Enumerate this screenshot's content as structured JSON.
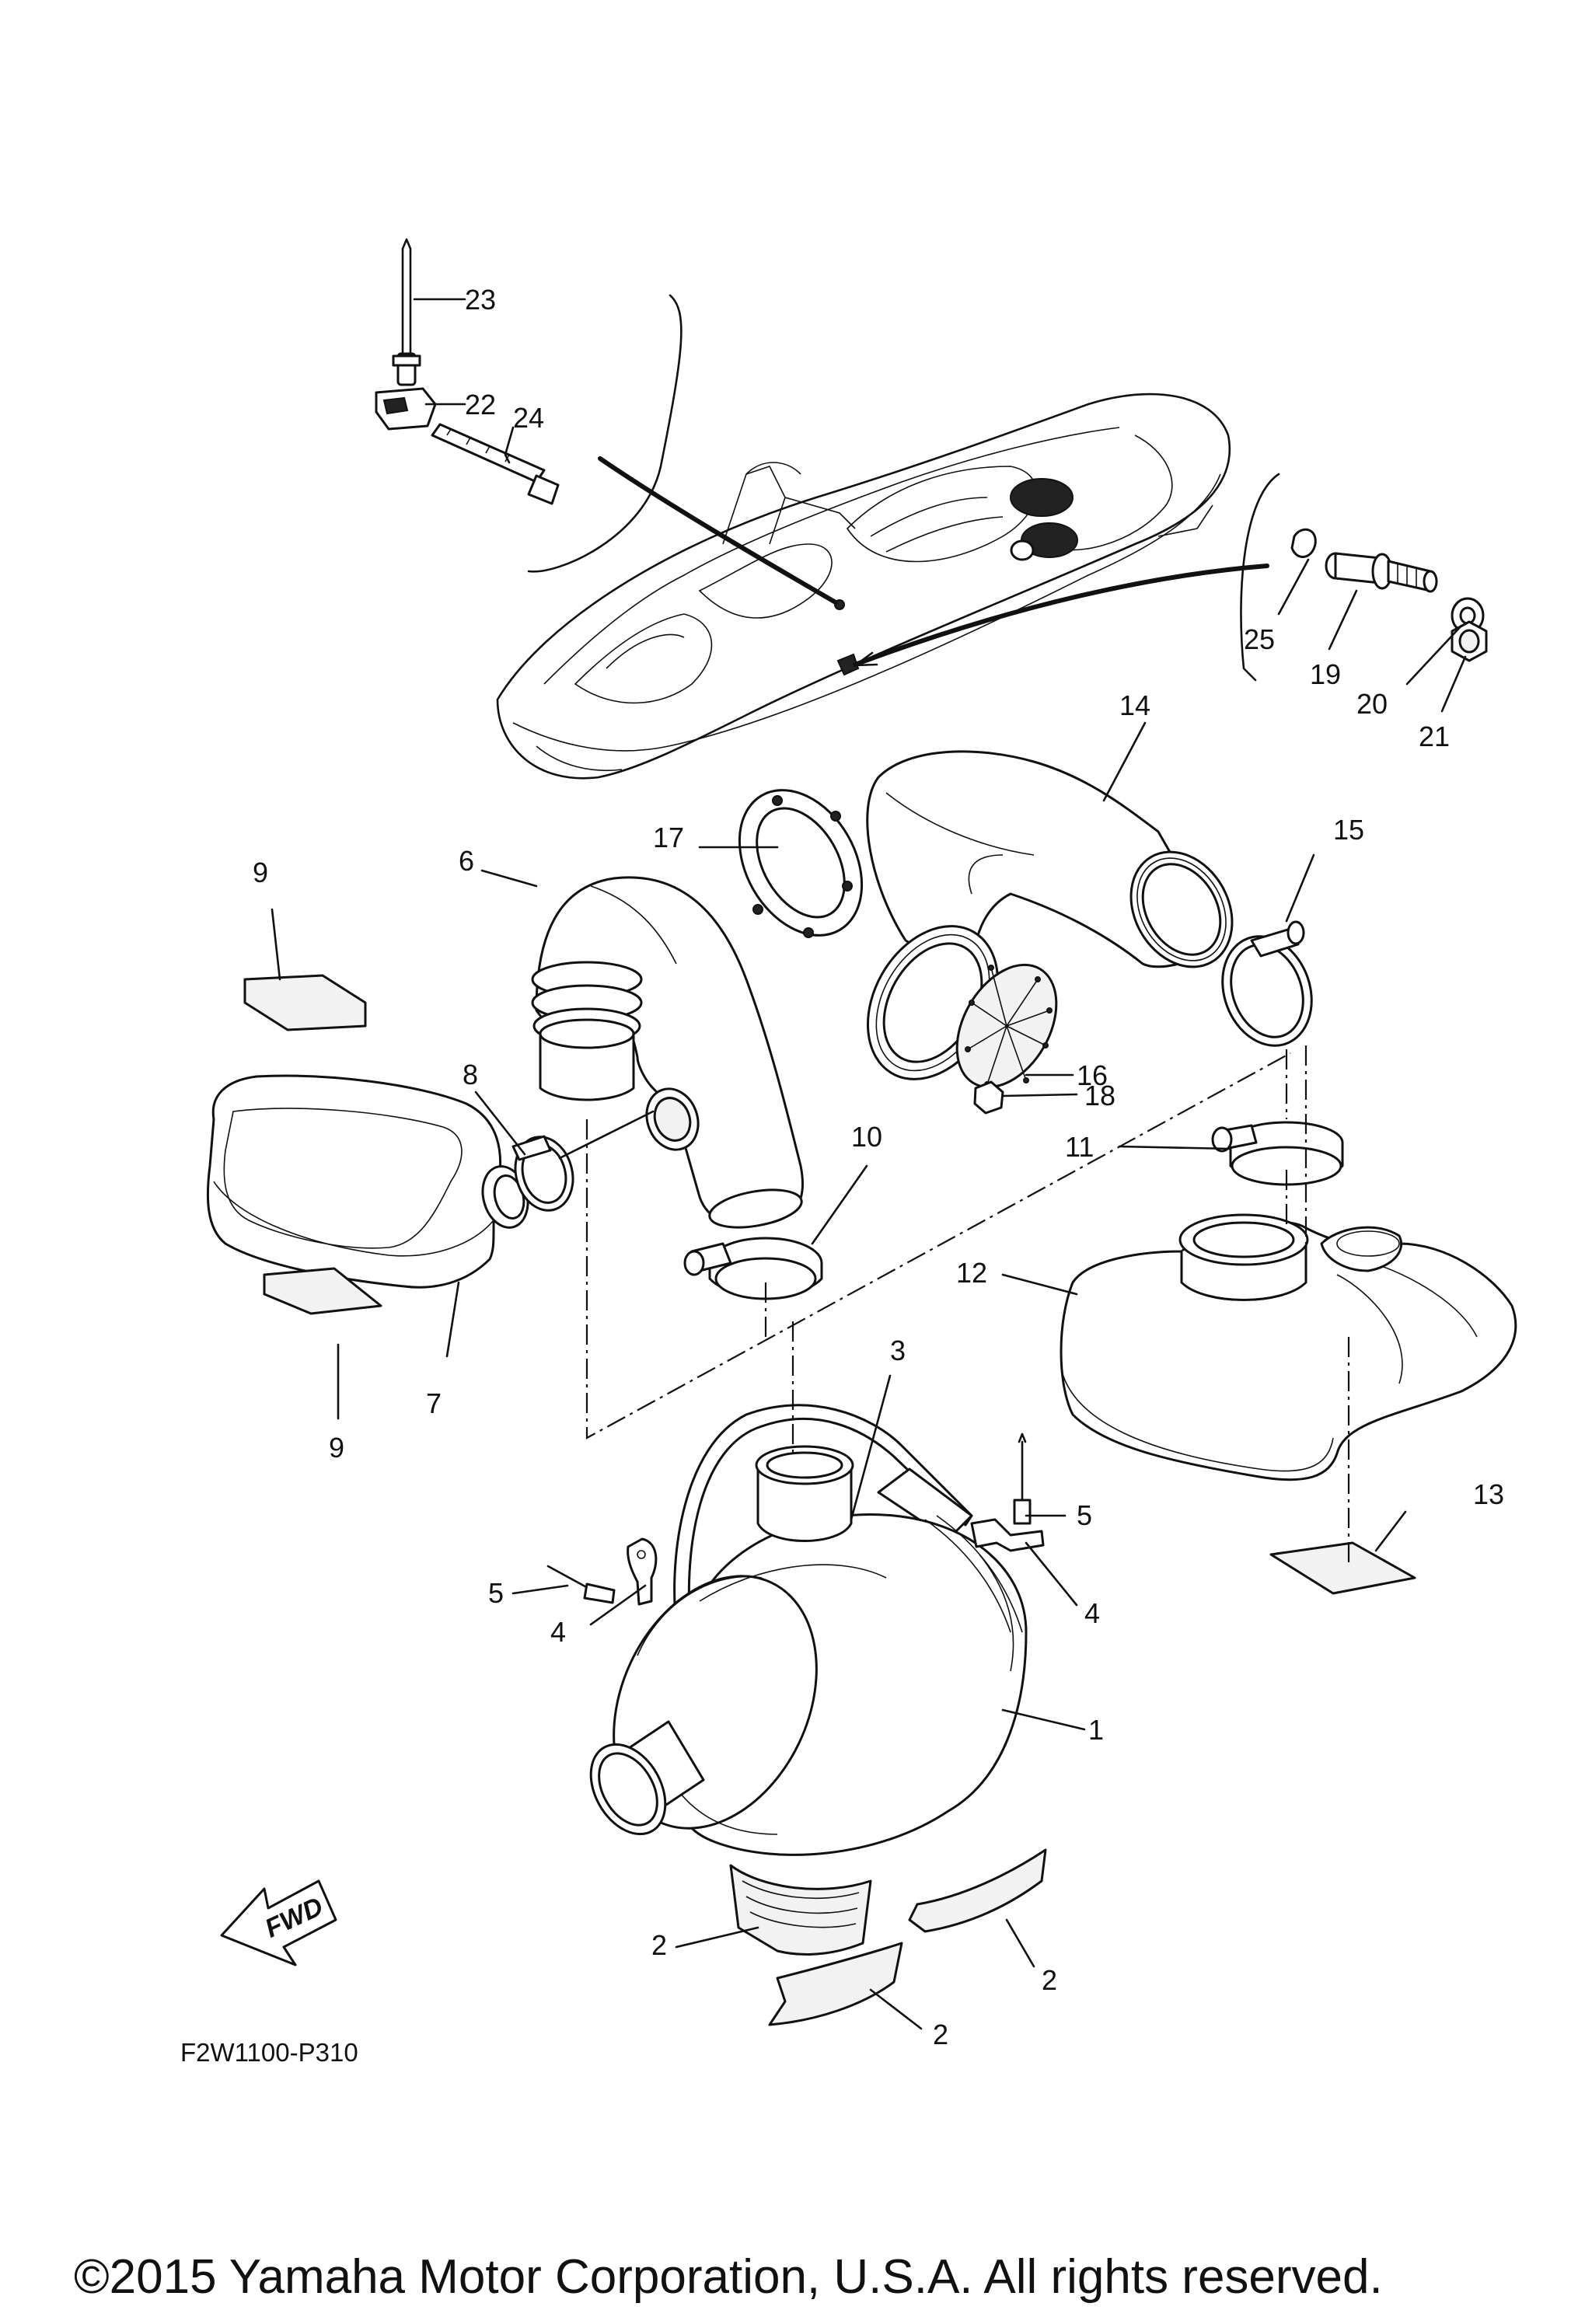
{
  "diagram": {
    "labels": [
      {
        "id": "l1",
        "text": "1"
      },
      {
        "id": "l2a",
        "text": "2"
      },
      {
        "id": "l2b",
        "text": "2"
      },
      {
        "id": "l2c",
        "text": "2"
      },
      {
        "id": "l3",
        "text": "3"
      },
      {
        "id": "l4a",
        "text": "4"
      },
      {
        "id": "l4b",
        "text": "4"
      },
      {
        "id": "l5a",
        "text": "5"
      },
      {
        "id": "l5b",
        "text": "5"
      },
      {
        "id": "l6",
        "text": "6"
      },
      {
        "id": "l7",
        "text": "7"
      },
      {
        "id": "l8",
        "text": "8"
      },
      {
        "id": "l9a",
        "text": "9"
      },
      {
        "id": "l9b",
        "text": "9"
      },
      {
        "id": "l10",
        "text": "10"
      },
      {
        "id": "l11",
        "text": "11"
      },
      {
        "id": "l12",
        "text": "12"
      },
      {
        "id": "l13",
        "text": "13"
      },
      {
        "id": "l14",
        "text": "14"
      },
      {
        "id": "l15",
        "text": "15"
      },
      {
        "id": "l16",
        "text": "16"
      },
      {
        "id": "l17",
        "text": "17"
      },
      {
        "id": "l18",
        "text": "18"
      },
      {
        "id": "l19",
        "text": "19"
      },
      {
        "id": "l20",
        "text": "20"
      },
      {
        "id": "l21",
        "text": "21"
      },
      {
        "id": "l22",
        "text": "22"
      },
      {
        "id": "l23",
        "text": "23"
      },
      {
        "id": "l24",
        "text": "24"
      },
      {
        "id": "l25",
        "text": "25"
      }
    ],
    "fwd_label": "FWD",
    "diagram_code": "F2W1100-P310",
    "copyright": "©2015 Yamaha Motor Corporation, U.S.A. All rights reserved."
  }
}
